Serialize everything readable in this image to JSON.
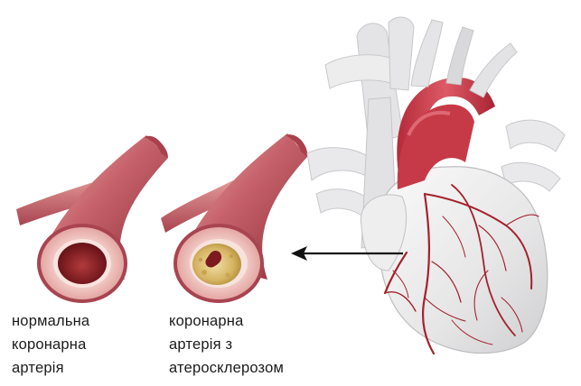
{
  "captions": {
    "normal": [
      "нормальна",
      "коронарна",
      "артерія"
    ],
    "atherosclerosis": [
      "коронарна",
      "артерія з",
      "атеросклерозом"
    ]
  },
  "colors": {
    "artery_outer": "#b9555a",
    "artery_light": "#e8a2a0",
    "vessel_wall": "#f1c7c2",
    "lumen": "#8a1e24",
    "plaque": "#d9bb72",
    "heart": "#e9e9ea",
    "aorta": "#c73a47",
    "coronary_vessel": "#a4222c",
    "arrow": "#111111"
  },
  "icons": [
    "normal-artery-illustration",
    "atherosclerotic-artery-illustration",
    "heart-illustration",
    "pointer-arrow"
  ]
}
